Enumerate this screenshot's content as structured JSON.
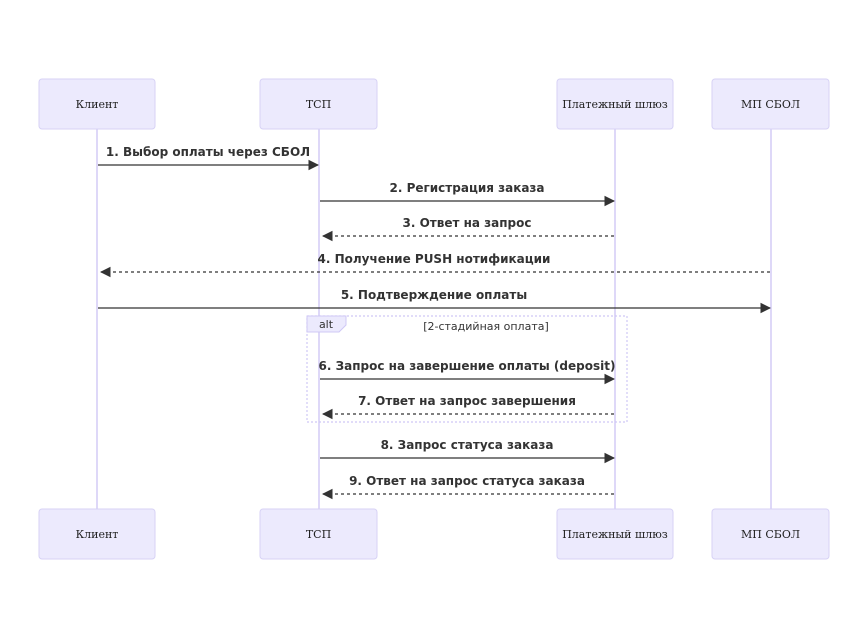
{
  "actors": [
    {
      "id": "client",
      "label": "Клиент"
    },
    {
      "id": "tsp",
      "label": "ТСП"
    },
    {
      "id": "gateway",
      "label": "Платежный шлюз"
    },
    {
      "id": "mp",
      "label": "МП СБОЛ"
    }
  ],
  "messages": [
    {
      "from": "client",
      "to": "tsp",
      "label": "1. Выбор оплаты через СБОЛ",
      "style": "solid"
    },
    {
      "from": "tsp",
      "to": "gateway",
      "label": "2. Регистрация заказа",
      "style": "solid"
    },
    {
      "from": "gateway",
      "to": "tsp",
      "label": "3. Ответ на запрос",
      "style": "dashed"
    },
    {
      "from": "mp",
      "to": "client",
      "label": "4. Получение PUSH нотификации",
      "style": "dashed"
    },
    {
      "from": "client",
      "to": "mp",
      "label": "5. Подтверждение оплаты",
      "style": "solid"
    },
    {
      "from": "tsp",
      "to": "gateway",
      "label": "6. Запрос на завершение оплаты (deposit)",
      "style": "solid"
    },
    {
      "from": "gateway",
      "to": "tsp",
      "label": "7. Ответ на запрос завершения",
      "style": "dashed"
    },
    {
      "from": "tsp",
      "to": "gateway",
      "label": "8. Запрос статуса заказа",
      "style": "solid"
    },
    {
      "from": "gateway",
      "to": "tsp",
      "label": "9. Ответ на запрос статуса заказа",
      "style": "dashed"
    }
  ],
  "alt_block": {
    "tag": "alt",
    "condition": "[2-стадийная оплата]",
    "covers_messages": [
      5,
      6
    ]
  }
}
